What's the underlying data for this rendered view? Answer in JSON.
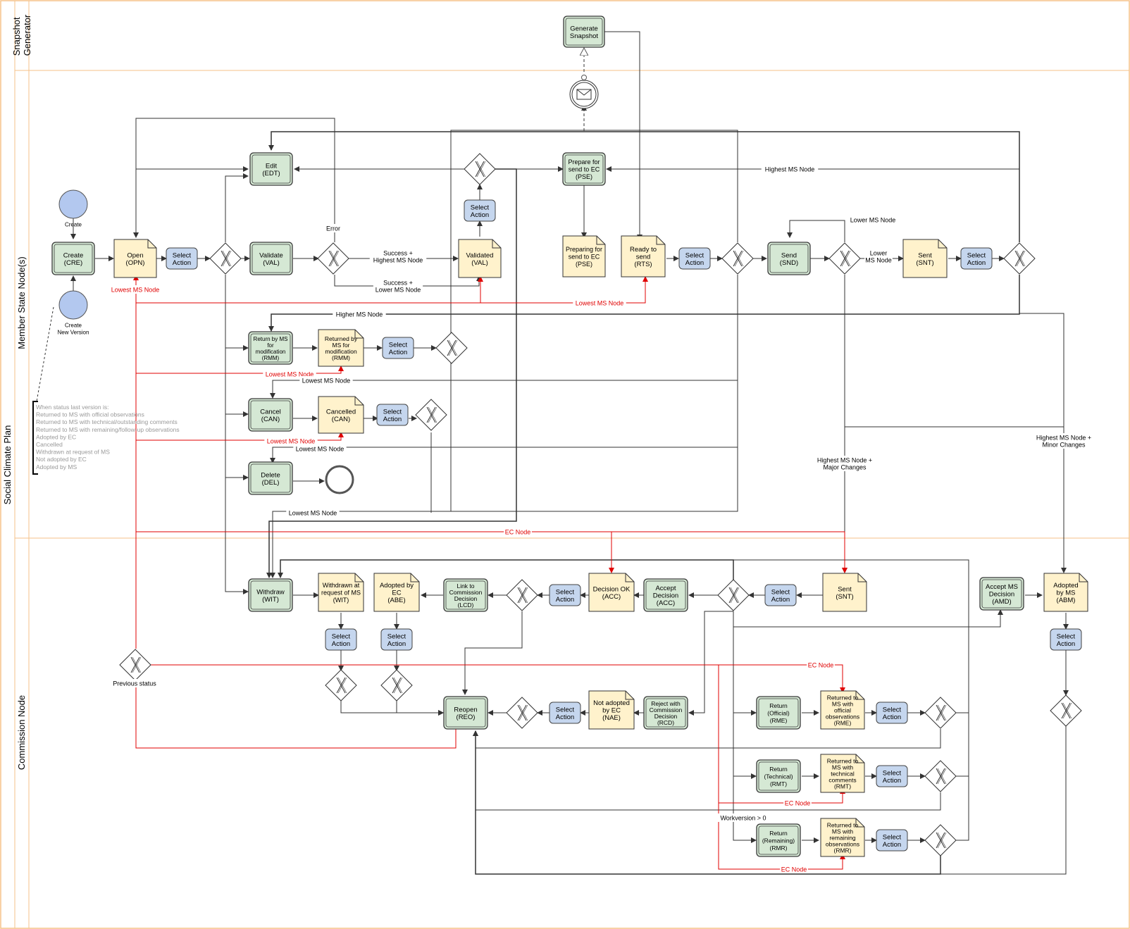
{
  "lanes": {
    "pool": "Social Climate Plan",
    "snapshot": "Snapshot\nGenerator",
    "member_state": "Member State Node(s)",
    "commission": "Commission Node"
  },
  "events": {
    "create": "Create",
    "create_new_version": "Create\nNew Version"
  },
  "tasks": {
    "snapshot": "Generate\nSnapshot",
    "cre": "Create\n(CRE)",
    "val_task": "Validate\n(VAL)",
    "edt": "Edit\n(EDT)",
    "pse": "Prepare for\nsend to EC\n(PSE)",
    "snd": "Send\n(SND)",
    "rmm_task": "Return by MS\nfor\nmodification\n(RMM)",
    "can_task": "Cancel\n(CAN)",
    "del": "Delete\n(DEL)",
    "wit_task": "Withdraw\n(WIT)",
    "lcd": "Link to\nCommission\nDecision\n(LCD)",
    "acc_task": "Accept\nDecision\n(ACC)",
    "amd": "Accept MS\nDecision\n(AMD)",
    "reo": "Reopen\n(REO)",
    "rcd": "Reject with\nCommission\nDecision\n(RCD)",
    "rme_task": "Return\n(Official)\n(RME)",
    "rmt_task": "Return\n(Technical)\n(RMT)",
    "rmr_task": "Return\n(Remaining)\n(RMR)"
  },
  "states": {
    "opn": "Open\n(OPN)",
    "val": "Validated\n(VAL)",
    "pse": "Preparing for\nsend to EC\n(PSE)",
    "rts": "Ready to\nsend\n(RTS)",
    "snt_ms": "Sent\n(SNT)",
    "rmm": "Returned by\nMS for\nmodification\n(RMM)",
    "can": "Cancelled\n(CAN)",
    "wit": "Withdrawn at\nrequest of MS\n(WIT)",
    "abe": "Adopted by\nEC\n(ABE)",
    "acc": "Decision OK\n(ACC)",
    "snt_ec": "Sent\n(SNT)",
    "abm": "Adopted\nby MS\n(ABM)",
    "nae": "Not adopted\nby EC\n(NAE)",
    "rme": "Returned to\nMS with\nofficial\nobservations\n(RME)",
    "rmt": "Returned to\nMS with\ntechnical\ncomments\n(RMT)",
    "rmr": "Returned to\nMS with\nremaining\nobservations\n(RMR)"
  },
  "select_action": "Select\nAction",
  "labels": {
    "error": "Error",
    "success_highest": "Success +\nHighest MS Node",
    "success_lower": "Success +\nLower MS Node",
    "lowest_ms_node": "Lowest MS Node",
    "highest_ms_node": "Highest MS Node",
    "lower_ms_node": "Lower MS Node",
    "lower_ms_node_2": "Lower\nMS Node",
    "higher_ms_node": "Higher MS Node",
    "ec_node": "EC Node",
    "highest_major": "Highest MS Node +\nMajor Changes",
    "highest_minor": "Highest MS Node +\nMinor Changes",
    "previous_status": "Previous status",
    "workversion": "Workversion > 0"
  },
  "note": [
    "When status last version is:",
    "Returned to MS with official observations",
    "Returned to MS with technical/outstanding comments",
    "Returned to MS with remaining/follow-up observations",
    "Adopted by EC",
    "Cancelled",
    "Withdrawn at request of MS",
    "Not adopted by EC",
    "Adopted by MS"
  ],
  "colors": {
    "pool_border": "#f5c28a",
    "task_fill": "#d5e8d4",
    "task_border": "#3a3a3a",
    "state_fill": "#fff2cc",
    "action_fill": "#c5d6ee",
    "event_fill": "#b3c8ef",
    "red_edge": "#e00000"
  }
}
